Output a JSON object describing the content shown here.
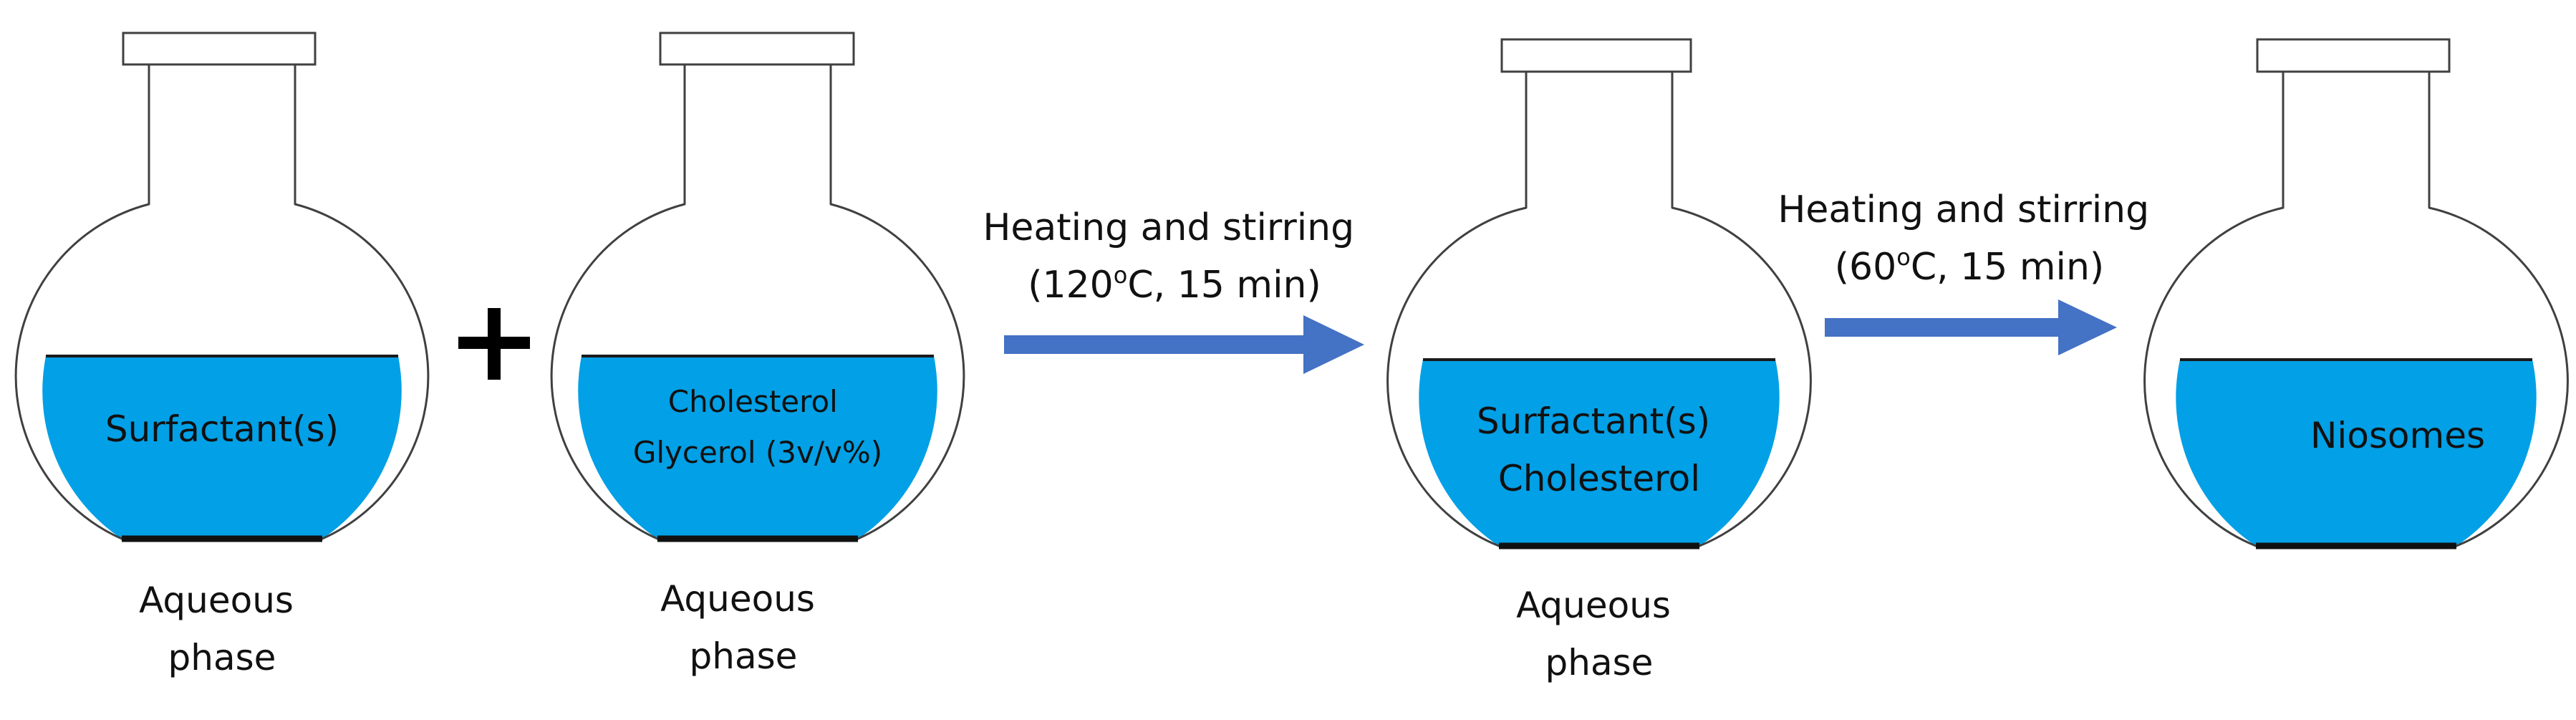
{
  "colors": {
    "liquid": "#02A0E6",
    "arrow": "#4472C4",
    "outline": "#404040"
  },
  "flasks": [
    {
      "contents": [
        "Surfactant(s)"
      ],
      "label": [
        "Aqueous",
        "phase"
      ]
    },
    {
      "contents": [
        "Cholesterol",
        "Glycerol (3v/v%)"
      ],
      "label": [
        "Aqueous",
        "phase"
      ]
    },
    {
      "contents": [
        "Surfactant(s)",
        "Cholesterol"
      ],
      "label": [
        "Aqueous",
        "phase"
      ]
    },
    {
      "contents": [
        "Niosomes"
      ],
      "label": []
    }
  ],
  "operator": "+",
  "steps": [
    {
      "line1": "Heating and stirring",
      "line2_prefix": "(120",
      "line2_degree": "o",
      "line2_suffix": "C, 15 min)"
    },
    {
      "line1": "Heating and stirring",
      "line2_prefix": "(60",
      "line2_degree": "o",
      "line2_suffix": "C, 15 min)"
    }
  ]
}
